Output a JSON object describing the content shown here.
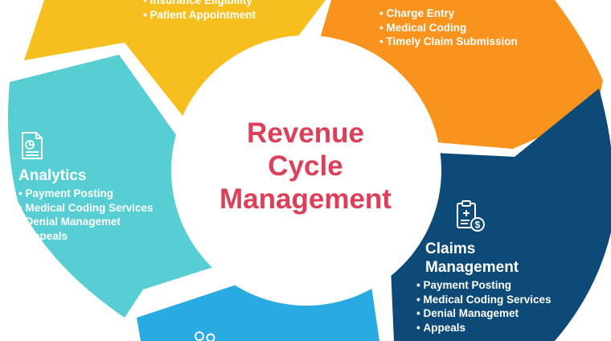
{
  "center": {
    "line1": "Revenue",
    "line2": "Cycle",
    "line3": "Management"
  },
  "segments": {
    "top_left": {
      "color": "#f7bf1d",
      "items": [
        "Insurance Eligibility",
        "Patient Appointment"
      ]
    },
    "top_right": {
      "color": "#f8931d",
      "items": [
        "Charge Entry",
        "Medical Coding",
        "Timely Claim Submission"
      ]
    },
    "left": {
      "color": "#56ced4",
      "icon": "report-document-icon",
      "title": "Analytics",
      "items": [
        "Payment Posting",
        "Medical Coding Services",
        "Denial Managemet",
        "Appeals"
      ]
    },
    "right": {
      "color": "#0d4a78",
      "icon": "clipboard-dollar-icon",
      "title_line1": "Claims",
      "title_line2": "Management",
      "items": [
        "Payment Posting",
        "Medical Coding Services",
        "Denial Managemet",
        "Appeals"
      ]
    },
    "bottom": {
      "color": "#29abe2",
      "icon": "people-icon"
    }
  }
}
